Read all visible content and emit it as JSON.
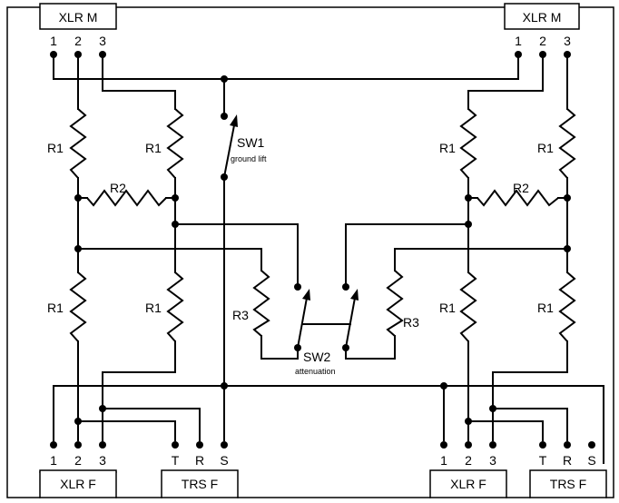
{
  "connectors": {
    "xlr_m_left": "XLR M",
    "xlr_m_right": "XLR M",
    "xlr_f_left": "XLR F",
    "trs_f_left": "TRS F",
    "xlr_f_right": "XLR F",
    "trs_f_right": "TRS F"
  },
  "pins": {
    "top_left": [
      "1",
      "2",
      "3"
    ],
    "top_right": [
      "1",
      "2",
      "3"
    ],
    "bottom_left_xlr": [
      "1",
      "2",
      "3"
    ],
    "bottom_left_trs": [
      "T",
      "R",
      "S"
    ],
    "bottom_right_xlr": [
      "1",
      "2",
      "3"
    ],
    "bottom_right_trs": [
      "T",
      "R",
      "S"
    ]
  },
  "components": {
    "r1": "R1",
    "r2": "R2",
    "r3": "R3",
    "sw1": "SW1",
    "sw1_desc": "ground lift",
    "sw2": "SW2",
    "sw2_desc": "attenuation"
  }
}
